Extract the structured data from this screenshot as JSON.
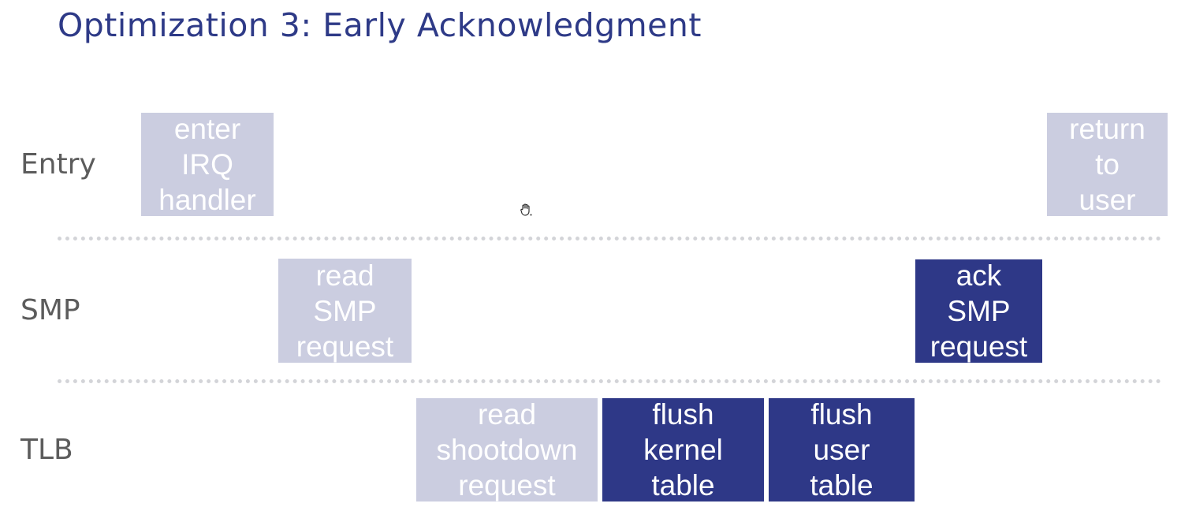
{
  "title": "Optimization 3: Early Acknowledgment",
  "colors": {
    "title": "#2e3a87",
    "row_label": "#5c5c5c",
    "light_block": "#cbcde0",
    "dark_block": "#2e3887",
    "divider": "#d3d4d8"
  },
  "rows": [
    {
      "label": "Entry"
    },
    {
      "label": "SMP"
    },
    {
      "label": "TLB"
    }
  ],
  "blocks": {
    "enter_irq": {
      "lines": [
        "enter",
        "IRQ",
        "handler"
      ],
      "style": "light"
    },
    "return_user": {
      "lines": [
        "return",
        "to",
        "user"
      ],
      "style": "light"
    },
    "read_smp": {
      "lines": [
        "read",
        "SMP",
        "request"
      ],
      "style": "light"
    },
    "ack_smp": {
      "lines": [
        "ack",
        "SMP",
        "request"
      ],
      "style": "dark"
    },
    "read_shootdown": {
      "lines": [
        "read",
        "shootdown",
        "request"
      ],
      "style": "light"
    },
    "flush_kernel": {
      "lines": [
        "flush",
        "kernel",
        "table"
      ],
      "style": "dark"
    },
    "flush_user": {
      "lines": [
        "flush",
        "user",
        "table"
      ],
      "style": "dark"
    }
  },
  "cursor": {
    "icon": "hand-grab-icon"
  }
}
